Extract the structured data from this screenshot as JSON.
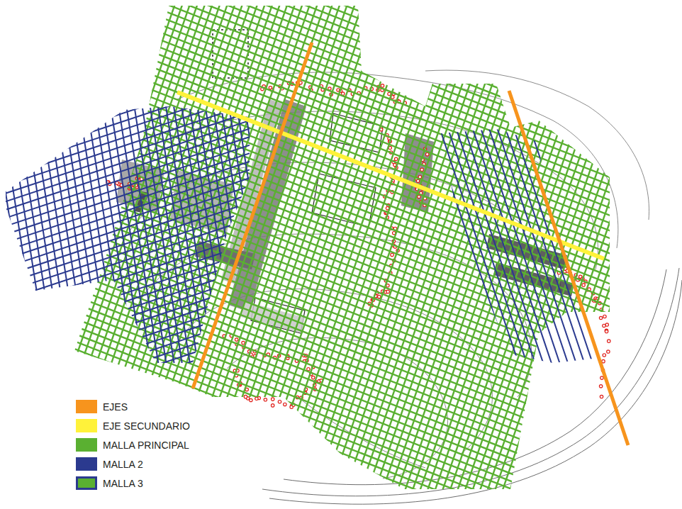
{
  "diagram": {
    "legend": [
      {
        "text": "EJES",
        "color": "#f7941d"
      },
      {
        "text": "EJE SECUNDARIO",
        "color": "#fff23a"
      },
      {
        "text": "MALLA PRINCIPAL",
        "color": "#5ab031"
      },
      {
        "text": "MALLA 2",
        "color": "#2b3a8f"
      },
      {
        "text": "MALLA 3",
        "color": "#5ab031"
      }
    ]
  }
}
